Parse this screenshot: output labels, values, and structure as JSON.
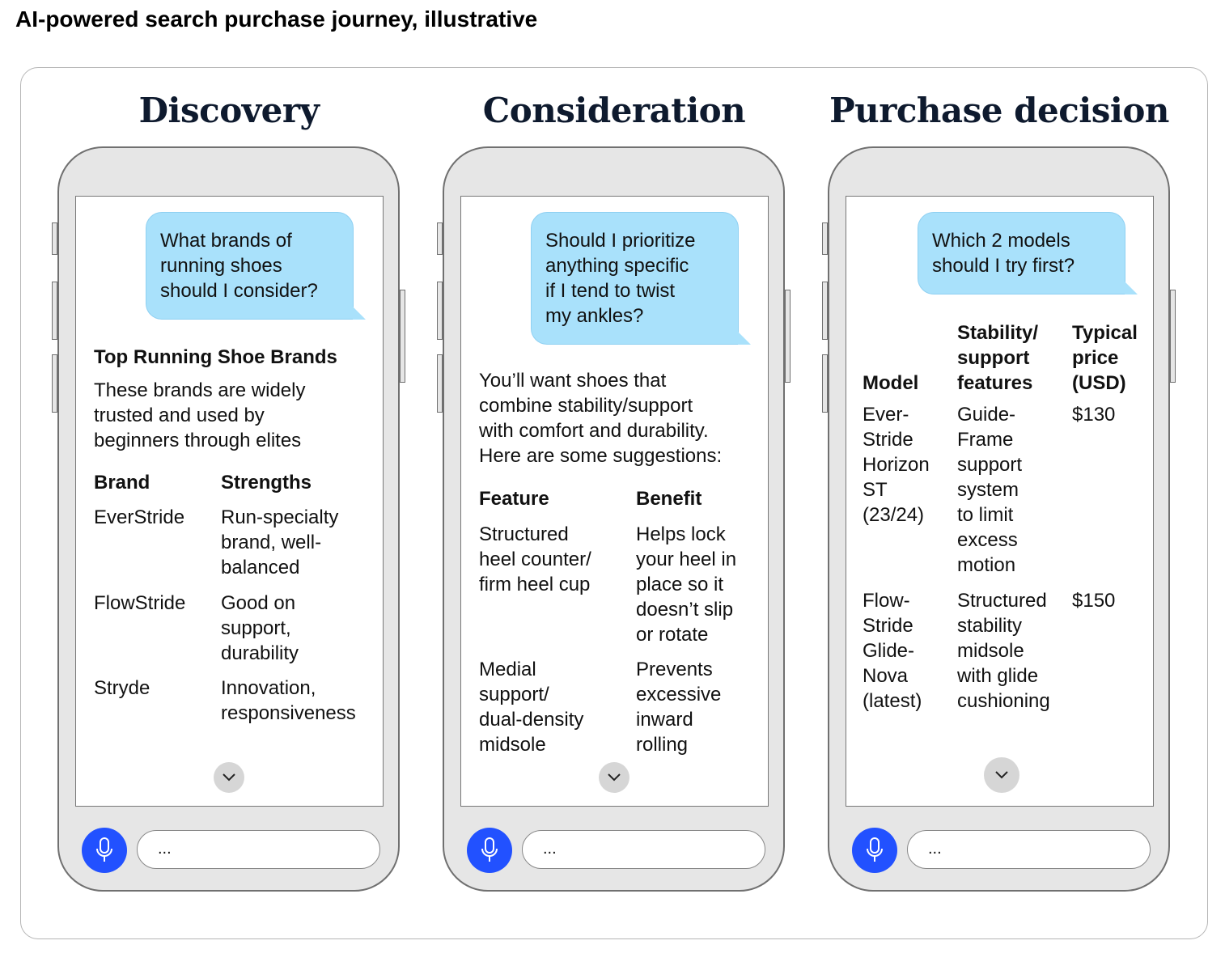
{
  "title": "AI-powered search purchase journey, illustrative",
  "colors": {
    "bubble": "#a9e1fb",
    "mic": "#2251ff",
    "phone": "#e6e6e6",
    "title": "#0e1a2e"
  },
  "icons": {
    "mic": "microphone-icon",
    "chevron": "chevron-down-icon"
  },
  "stages": [
    {
      "name": "Discovery",
      "question": [
        "What brands of",
        "running shoes",
        "should I consider?"
      ],
      "heading": "Top Running Shoe Brands",
      "intro": [
        "These brands are widely",
        "trusted and used by",
        "beginners through elites"
      ],
      "col1": "Brand",
      "col2": "Strengths",
      "rows": [
        {
          "c1": [
            "EverStride"
          ],
          "c2": [
            "Run-specialty",
            "brand, well-",
            "balanced"
          ]
        },
        {
          "c1": [
            "FlowStride"
          ],
          "c2": [
            "Good on",
            "support,",
            "durability"
          ]
        },
        {
          "c1": [
            "Stryde"
          ],
          "c2": [
            "Innovation,",
            "responsiveness"
          ]
        }
      ],
      "input": "..."
    },
    {
      "name": "Consideration",
      "question": [
        "Should I prioritize",
        "anything specific",
        "if I tend to twist",
        "my ankles?"
      ],
      "intro": [
        "You’ll want shoes that",
        "combine stability/support",
        "with comfort and durability.",
        "Here are some suggestions:"
      ],
      "col1": "Feature",
      "col2": "Benefit",
      "rows": [
        {
          "c1": [
            "Structured",
            "heel counter/",
            "firm heel cup"
          ],
          "c2": [
            "Helps lock",
            "your heel in",
            "place so it",
            "doesn’t slip",
            "or rotate"
          ]
        },
        {
          "c1": [
            "Medial",
            "support/",
            "dual-density",
            "midsole"
          ],
          "c2": [
            "Prevents",
            "excessive",
            "inward",
            "rolling"
          ]
        }
      ],
      "input": "..."
    },
    {
      "name": "Purchase decision",
      "question": [
        "Which 2 models",
        "should I try first?"
      ],
      "col1": "Model",
      "col2": [
        "Stability/",
        "support",
        "features"
      ],
      "col3": [
        "Typical",
        "price",
        "(USD)"
      ],
      "rows": [
        {
          "c1": [
            "Ever-",
            "Stride",
            "Horizon",
            "ST",
            "(23/24)"
          ],
          "c2": [
            "Guide-",
            "Frame",
            "support",
            "system",
            "to limit",
            "excess",
            "motion"
          ],
          "c3": "$130"
        },
        {
          "c1": [
            "Flow-",
            "Stride",
            "Glide-",
            "Nova",
            "(latest)"
          ],
          "c2": [
            "Structured",
            "stability",
            "midsole",
            "with glide",
            "cushioning"
          ],
          "c3": "$150"
        }
      ],
      "input": "..."
    }
  ]
}
